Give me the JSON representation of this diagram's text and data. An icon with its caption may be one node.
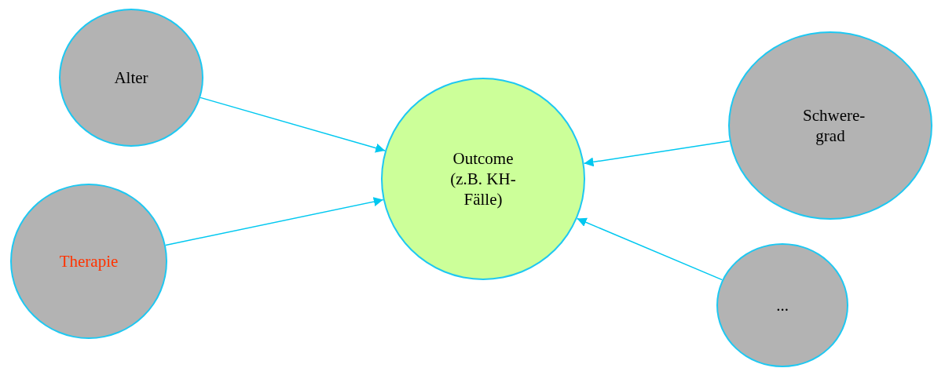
{
  "diagram": {
    "nodes": [
      {
        "text": [
          "Alter"
        ]
      },
      {
        "text": [
          "Therapie"
        ]
      },
      {
        "text": [
          "Outcome (z.B. KH-Fälle)"
        ]
      },
      {
        "text": [
          "Schwere- grad"
        ]
      },
      {
        "text": [
          "..."
        ]
      }
    ],
    "edges": [
      {
        "from": 0,
        "to": 2,
        "arrow": "to"
      },
      {
        "from": 1,
        "to": 2,
        "arrow": "to"
      },
      {
        "from": 3,
        "to": 2,
        "arrow": "to"
      },
      {
        "from": 4,
        "to": 2,
        "arrow": "to"
      }
    ]
  }
}
